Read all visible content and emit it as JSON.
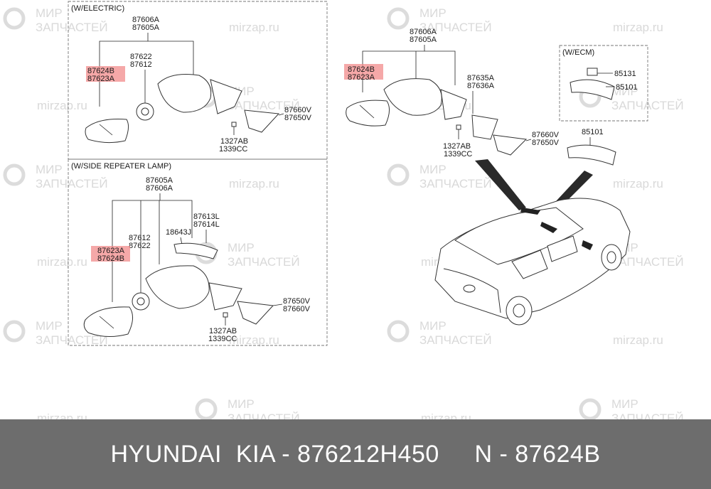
{
  "watermark": {
    "ru": "МИР",
    "ru2": "ЗАПЧАСТЕЙ",
    "site": "mirzap.ru"
  },
  "panels": {
    "electric": {
      "header": "(W/ELECTRIC)",
      "labels": {
        "top1": "87606A",
        "top2": "87605A",
        "glass1": "87624B",
        "glass2": "87623A",
        "motor1": "87622",
        "motor2": "87612",
        "cover1": "87660V",
        "cover2": "87650V",
        "bolt1": "1327AB",
        "bolt2": "1339CC"
      }
    },
    "repeater": {
      "header": "(W/SIDE REPEATER LAMP)",
      "labels": {
        "top1": "87605A",
        "top2": "87606A",
        "glass1": "87623A",
        "glass2": "87624B",
        "motor1": "87612",
        "motor2": "87622",
        "bulb": "18643J",
        "lamp1": "87613L",
        "lamp2": "87614L",
        "cover1": "87650V",
        "cover2": "87660V",
        "bolt1": "1327AB",
        "bolt2": "1339CC"
      }
    },
    "main": {
      "labels": {
        "top1": "87606A",
        "top2": "87605A",
        "glass1": "87624B",
        "glass2": "87623A",
        "cap1": "87635A",
        "cap2": "87636A",
        "bolt1": "1327AB",
        "bolt2": "1339CC",
        "cover1": "87660V",
        "cover2": "87650V",
        "inner": "85101"
      }
    },
    "ecm": {
      "header": "(W/ECM)",
      "labels": {
        "sensor": "85131",
        "mirror": "85101"
      }
    }
  },
  "footer": {
    "text": "HYUNDAI  KIA - 876212H450     N - 87624B"
  },
  "colors": {
    "highlight": "#f28b8b",
    "footer_bg": "#6d6d6d"
  }
}
